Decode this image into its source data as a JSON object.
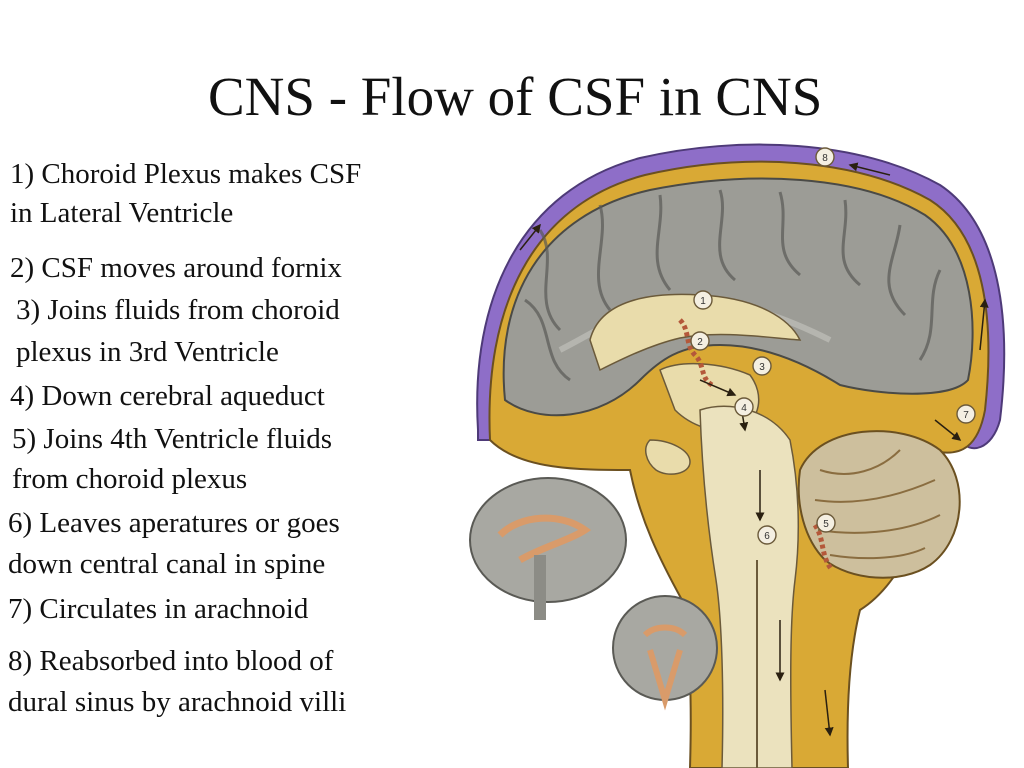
{
  "slide": {
    "title": "CNS - Flow of CSF in CNS"
  },
  "steps": [
    {
      "number": "1",
      "lines": [
        "1) Choroid Plexus makes CSF",
        "in Lateral Ventricle"
      ]
    },
    {
      "number": "2",
      "lines": [
        "2) CSF moves around fornix"
      ]
    },
    {
      "number": "3",
      "lines": [
        "3) Joins fluids from choroid",
        "plexus in 3rd Ventricle"
      ]
    },
    {
      "number": "4",
      "lines": [
        "4) Down cerebral aqueduct"
      ]
    },
    {
      "number": "5",
      "lines": [
        "5) Joins 4th Ventricle fluids",
        "from choroid plexus"
      ]
    },
    {
      "number": "6",
      "lines": [
        "6) Leaves aperatures or goes",
        "down central canal in spine"
      ]
    },
    {
      "number": "7",
      "lines": [
        "7) Circulates in arachnoid"
      ]
    },
    {
      "number": "8",
      "lines": [
        "8) Reabsorbed into blood of",
        "dural sinus by arachnoid villi"
      ]
    }
  ],
  "illustration": {
    "markers": [
      "1",
      "2",
      "3",
      "4",
      "5",
      "6",
      "7",
      "8"
    ],
    "colors": {
      "dura_sinus": "#8e6ec8",
      "csf_space": "#d9a935",
      "brain_gray": "#9c9c96",
      "ventricle": "#e9dcab",
      "cerebellum": "#cdbf9d",
      "choroid_plexus": "#b4583a"
    }
  }
}
